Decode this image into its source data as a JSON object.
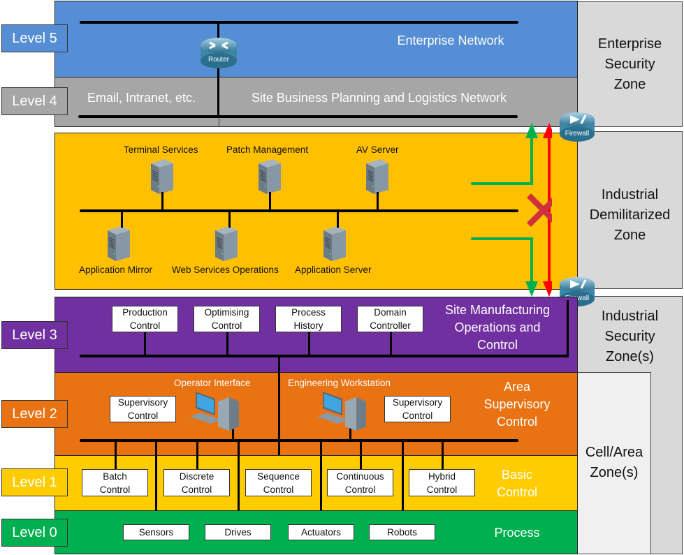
{
  "colors": {
    "level5": "#558ed5",
    "level4": "#a6a6a6",
    "dmz": "#ffc000",
    "level3": "#7030a0",
    "level2": "#e97212",
    "level1": "#ffcc00",
    "level0": "#00b050",
    "zone": "#d9d9d9",
    "allow_arrow": "#00b050",
    "deny_arrow": "#ff0000"
  },
  "levels": [
    {
      "id": "level5",
      "label": "Level 5",
      "title": "Enterprise Network"
    },
    {
      "id": "level4",
      "label": "Level 4",
      "left_title": "Email, Intranet, etc.",
      "title": "Site Business Planning and Logistics Network"
    },
    {
      "id": "level3",
      "label": "Level 3",
      "title": "Site Manufacturing\nOperations and\nControl",
      "systems": [
        "Production\nControl",
        "Optimising\nControl",
        "Process\nHistory",
        "Domain\nController"
      ]
    },
    {
      "id": "level2",
      "label": "Level 2",
      "title": "Area\nSupervisory\nControl",
      "systems": [
        "Supervisory\nControl",
        "Supervisory\nControl"
      ],
      "workstations": [
        "Operator Interface",
        "Engineering Workstation"
      ]
    },
    {
      "id": "level1",
      "label": "Level 1",
      "title": "Basic\nControl",
      "systems": [
        "Batch\nControl",
        "Discrete\nControl",
        "Sequence\nControl",
        "Continuous\nControl",
        "Hybrid\nControl"
      ]
    },
    {
      "id": "level0",
      "label": "Level 0",
      "title": "Process",
      "systems": [
        "Sensors",
        "Drives",
        "Actuators",
        "Robots"
      ]
    }
  ],
  "dmz": {
    "servers_top": [
      "Terminal Services",
      "Patch Management",
      "AV Server"
    ],
    "servers_bottom": [
      "Application Mirror",
      "Web Services Operations",
      "Application Server"
    ]
  },
  "devices": {
    "router": "Router",
    "firewall_top": "Firewall",
    "firewall_bottom": "Firewall"
  },
  "zones": [
    {
      "id": "enterprise",
      "label": "Enterprise\nSecurity\nZone"
    },
    {
      "id": "idmz",
      "label": "Industrial\nDemilitarized\nZone"
    },
    {
      "id": "industrial",
      "label": "Industrial\nSecurity\nZone(s)"
    },
    {
      "id": "cell",
      "label": "Cell/Area\nZone(s)"
    }
  ]
}
